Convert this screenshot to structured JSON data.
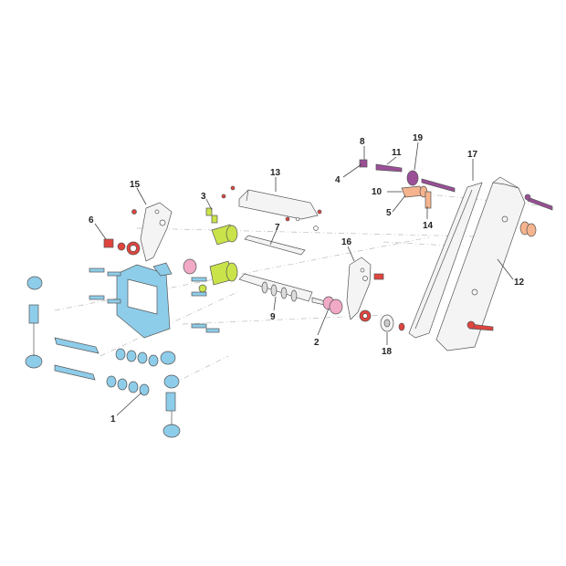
{
  "diagram": {
    "callouts": [
      {
        "id": "1",
        "label": "1"
      },
      {
        "id": "2",
        "label": "2"
      },
      {
        "id": "3",
        "label": "3"
      },
      {
        "id": "4",
        "label": "4"
      },
      {
        "id": "5",
        "label": "5"
      },
      {
        "id": "6",
        "label": "6"
      },
      {
        "id": "7",
        "label": "7"
      },
      {
        "id": "8",
        "label": "8"
      },
      {
        "id": "9",
        "label": "9"
      },
      {
        "id": "10",
        "label": "10"
      },
      {
        "id": "11",
        "label": "11"
      },
      {
        "id": "12",
        "label": "12"
      },
      {
        "id": "13",
        "label": "13"
      },
      {
        "id": "14",
        "label": "14"
      },
      {
        "id": "15",
        "label": "15"
      },
      {
        "id": "16",
        "label": "16"
      },
      {
        "id": "17",
        "label": "17"
      },
      {
        "id": "18",
        "label": "18"
      },
      {
        "id": "19",
        "label": "19"
      }
    ],
    "colors": {
      "blue": "#8ecdea",
      "yellow_green": "#c9e34a",
      "pink": "#f1a9c6",
      "orange": "#f5b48e",
      "red": "#e0443e",
      "purple": "#9a4f97",
      "grey": "#f4f4f4",
      "outline": "#555555"
    }
  }
}
